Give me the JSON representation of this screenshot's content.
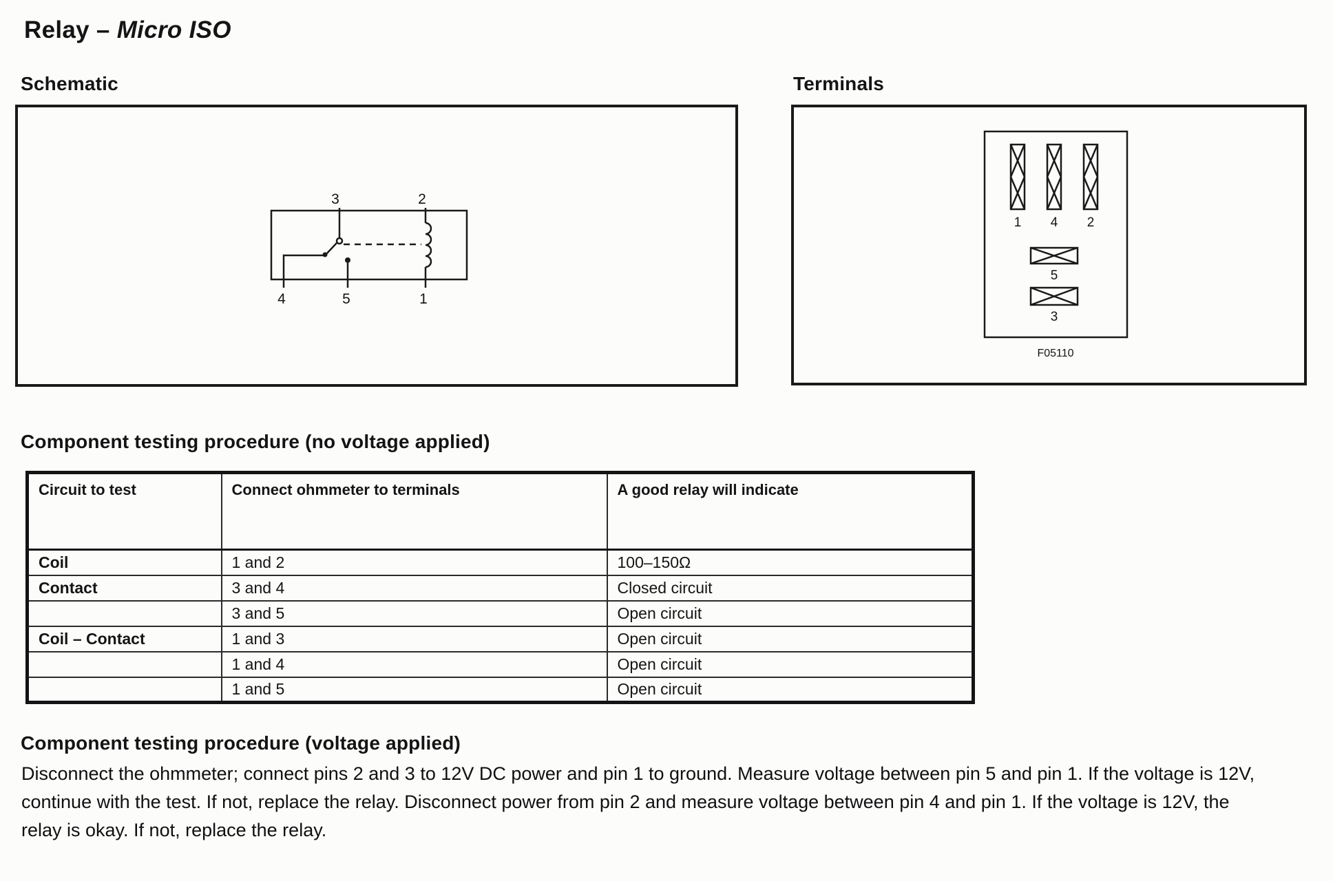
{
  "page": {
    "title_prefix": "Relay – ",
    "title_emphasis": "Micro ISO",
    "ink_color": "#141414",
    "paper_color": "#fcfcfb"
  },
  "schematic": {
    "heading": "Schematic",
    "pins": {
      "top": [
        "3",
        "2"
      ],
      "bottom": [
        "4",
        "5",
        "1"
      ]
    }
  },
  "terminals": {
    "heading": "Terminals",
    "blade_labels": [
      "1",
      "4",
      "2"
    ],
    "wide_labels": [
      "5",
      "3"
    ],
    "figure_code": "F05110"
  },
  "testing_table": {
    "heading": "Component testing procedure (no voltage applied)",
    "columns": [
      "Circuit to test",
      "Connect ohmmeter to terminals",
      "A good relay will indicate"
    ],
    "rows": [
      {
        "circuit": "Coil",
        "terminals": "1 and 2",
        "result": "100–150Ω"
      },
      {
        "circuit": "Contact",
        "terminals": "3 and 4",
        "result": "Closed circuit"
      },
      {
        "circuit": "",
        "terminals": "3 and 5",
        "result": "Open circuit"
      },
      {
        "circuit": "Coil – Contact",
        "terminals": "1 and 3",
        "result": "Open circuit"
      },
      {
        "circuit": "",
        "terminals": "1 and 4",
        "result": "Open circuit"
      },
      {
        "circuit": "",
        "terminals": "1 and 5",
        "result": "Open circuit"
      }
    ]
  },
  "voltage_test": {
    "heading": "Component testing procedure (voltage applied)",
    "body": "Disconnect the ohmmeter; connect pins 2 and 3 to 12V DC power and pin 1 to ground. Measure voltage between pin 5 and pin 1. If the voltage is 12V, continue with the test. If not, replace the relay. Disconnect power from pin 2 and measure voltage between pin 4 and pin 1. If the voltage is 12V, the relay is okay. If not, replace the relay."
  }
}
